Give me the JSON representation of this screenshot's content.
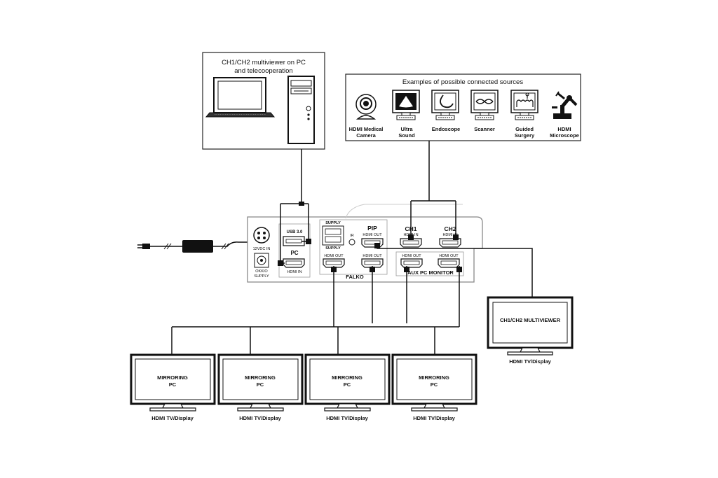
{
  "pc_box": {
    "title_line1": "CH1/CH2 multiviewer on PC",
    "title_line2": "and telecooperation"
  },
  "sources": {
    "title": "Examples of possible connected sources",
    "items": [
      {
        "line1": "HDMI Medical",
        "line2": "Camera",
        "icon": "medical-camera-icon"
      },
      {
        "line1": "Ultra",
        "line2": "Sound",
        "icon": "ultrasound-icon"
      },
      {
        "line1": "Endoscope",
        "line2": "",
        "icon": "endoscope-icon"
      },
      {
        "line1": "Scanner",
        "line2": "",
        "icon": "scanner-icon"
      },
      {
        "line1": "Guided",
        "line2": "Surgery",
        "icon": "guided-surgery-icon"
      },
      {
        "line1": "HDMI",
        "line2": "Microscope",
        "icon": "microscope-icon"
      }
    ]
  },
  "device": {
    "power_in": "12VDC IN",
    "okkio_1": "OKKIO",
    "okkio_2": "SUPPLY",
    "usb": "USB 3.0",
    "pc": "PC",
    "hdmi_in": "HDMI IN",
    "supply_top": "SUPPLY",
    "supply_bottom": "SUPPLY",
    "ir": "IR",
    "pip": "PIP",
    "hdmi_out": "HDMI OUT",
    "ch1": "CH1",
    "ch2": "CH2",
    "falko": "FALKO",
    "aux_monitor": "AUX PC MONITOR"
  },
  "multiviewer": {
    "screen_label": "CH1/CH2 MULTIVIEWER",
    "caption": "HDMI TV/Display"
  },
  "mirroring_displays": [
    {
      "line1": "MIRRORING",
      "line2": "PC",
      "caption": "HDMI TV/Display"
    },
    {
      "line1": "MIRRORING",
      "line2": "PC",
      "caption": "HDMI TV/Display"
    },
    {
      "line1": "MIRRORING",
      "line2": "PC",
      "caption": "HDMI TV/Display"
    },
    {
      "line1": "MIRRORING",
      "line2": "PC",
      "caption": "HDMI TV/Display"
    }
  ]
}
